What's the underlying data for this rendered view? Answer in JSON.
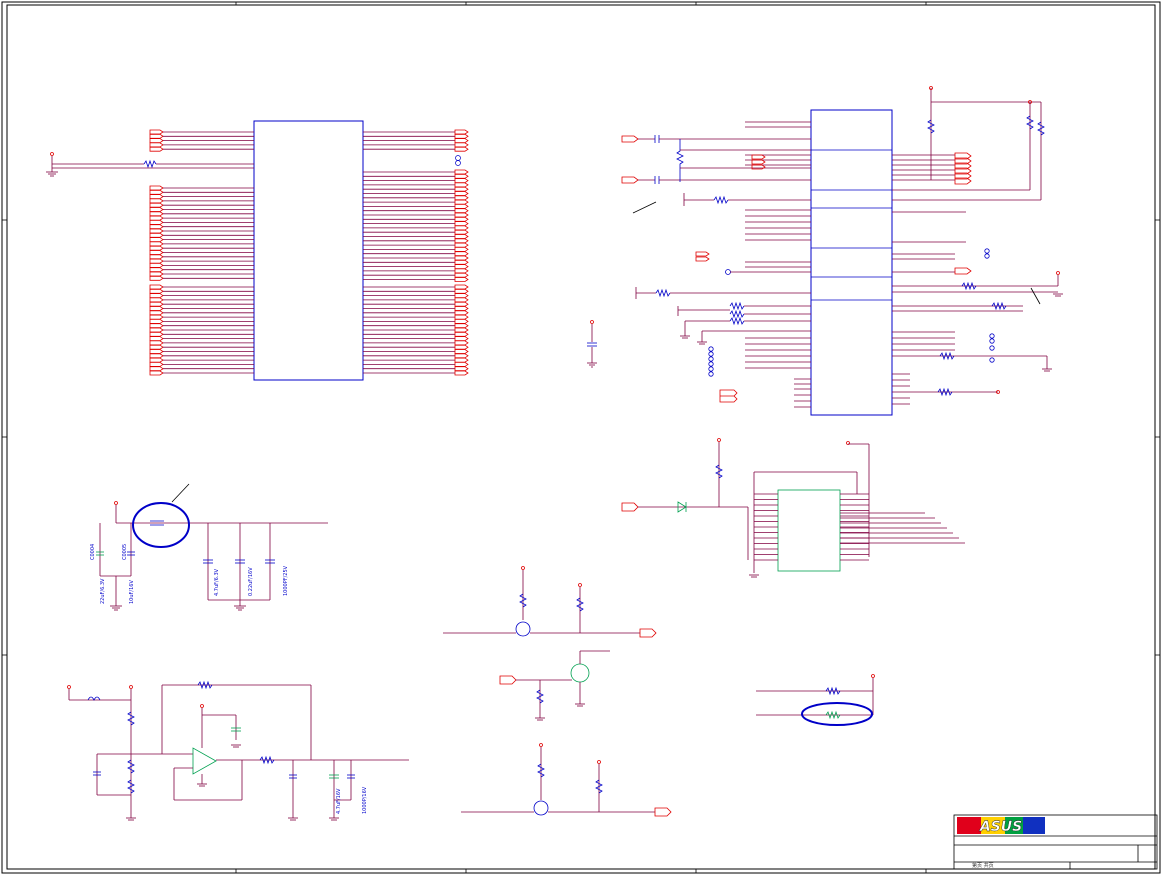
{
  "document": {
    "type": "schematic-sheet",
    "brand": "ASUS"
  },
  "labels": {
    "c1": "C0004",
    "c2": "C0005",
    "v1": "22uF/6.3V",
    "v2": "10uF/16V",
    "v3": "4.7uF/6.3V",
    "v4": "0.22uF/16V",
    "v5": "1000PF/25V",
    "v6": "4.7uF/16V",
    "v7": "1000P/16V"
  },
  "title_block": {
    "logo_text": "ASUS",
    "sheet_text": "第页 共页"
  },
  "colors": {
    "wire": "#800040",
    "pin": "#e00000",
    "component": "#0000c8",
    "green": "#00a050",
    "border": "#000000",
    "logo_red": "#e0001b",
    "logo_blue": "#1030c0",
    "logo_green": "#00a040",
    "logo_yellow": "#ffd000"
  }
}
